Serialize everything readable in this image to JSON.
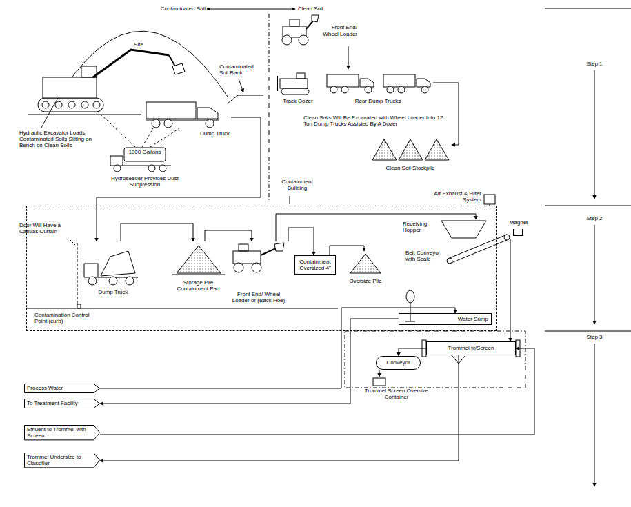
{
  "diagram": {
    "nodes": [
      {
        "text": [
          "Dump Truck"
        ]
      },
      {
        "text": [
          "1000 Gallons",
          "Hydroseeder Provides Dust Suppression"
        ]
      },
      {
        "text": [
          "Front End/ Wheel Loader"
        ]
      },
      {
        "text": [
          "Track Dozer"
        ]
      },
      {
        "text": [
          "Rear Dump Trucks"
        ]
      },
      {
        "text": [
          "Clean Soil Stockpile"
        ]
      },
      {
        "text": [
          "Containment Building"
        ]
      },
      {
        "text": [
          "Dump Truck"
        ],
        "in": 6
      },
      {
        "text": [
          "Storage Pile Containment Pad"
        ],
        "in": 6
      },
      {
        "text": [
          "Front End/ Wheel Loader or (Back Hoe)"
        ],
        "in": 6
      },
      {
        "text": [
          "Containment Oversized 4\""
        ],
        "in": 6
      },
      {
        "text": [
          "Oversize Pile"
        ],
        "in": 6
      },
      {
        "text": [
          "Receiving Hopper"
        ],
        "in": 6
      },
      {
        "text": [
          "Belt Conveyor with Scale"
        ],
        "in": 6
      },
      {
        "text": [
          "Water Sump"
        ],
        "in": 6
      },
      {
        "text": [
          "Magnet"
        ]
      },
      {
        "text": [
          "Trommel w/Screen"
        ]
      },
      {
        "text": [
          "Conveyor"
        ]
      },
      {
        "text": [
          "Trommel Screen Oversize Container"
        ]
      },
      {
        "text": [
          "Process Water"
        ]
      },
      {
        "text": [
          "To Treatment Facility"
        ]
      },
      {
        "text": [
          "Effluent to Trommel with Screen"
        ]
      },
      {
        "text": [
          "Trommel Undersize to Classifier"
        ]
      }
    ],
    "edges": [
      {
        "from": 0,
        "to": 7,
        "arrow": "to"
      },
      {
        "from": 7,
        "to": 8,
        "arrow": "to"
      },
      {
        "from": 8,
        "to": 9,
        "arrow": "to"
      },
      {
        "from": 9,
        "to": 10,
        "arrow": "to"
      },
      {
        "from": 9,
        "to": 12,
        "arrow": "to"
      },
      {
        "from": 10,
        "to": 11,
        "arrow": "to"
      },
      {
        "from": 2,
        "to": 4,
        "arrow": "to"
      },
      {
        "from": 4,
        "to": 5,
        "arrow": "to"
      },
      {
        "from": 15,
        "to": 16,
        "arrow": "to"
      },
      {
        "from": 16,
        "to": 17,
        "arrow": "to"
      },
      {
        "from": 17,
        "to": 18,
        "arrow": "to"
      },
      {
        "from": 16,
        "to": 22,
        "arrow": "to"
      },
      {
        "from": 21,
        "to": 16,
        "arrow": "to"
      },
      {
        "from": 14,
        "to": 20,
        "arrow": "to"
      },
      {
        "from": 19,
        "to": 14,
        "arrow": "to"
      }
    ],
    "labels": [
      "Contaminated Soil",
      "Clean Soil",
      "Step 1",
      "Step 2",
      "Step 3",
      "Site",
      "Contaminated Soil Bank",
      "Hydraulic Excavator Loads Contaminated Soils Sitting on Bench on Clean Soils",
      "Clean Soils Will Be Excavated with Wheel Loader Into 12 Ton Dump Trucks Assisted By A Dozer",
      "Air Exhaust & Filter System",
      "Door Will Have a Canvas Curtain",
      "Contamination Control Point (curb)"
    ]
  }
}
